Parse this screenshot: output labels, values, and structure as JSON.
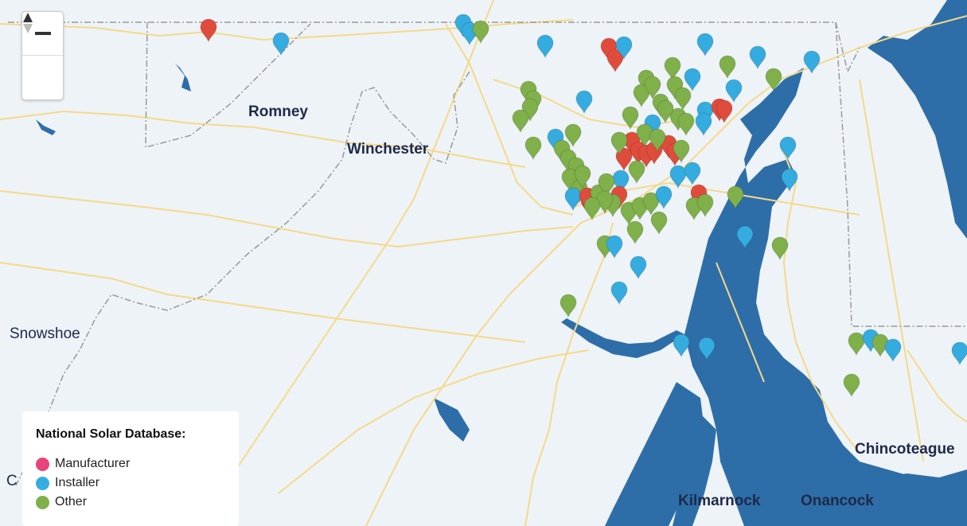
{
  "map": {
    "places": {
      "romney": "Romney",
      "winchester": "Winchester",
      "snowshoe": "Snowshoe",
      "kilmarnock": "Kilmarnock",
      "onancock": "Onancock",
      "chincoteague": "Chincoteague",
      "partial_left": "C"
    },
    "colors": {
      "water": "#2e6ea8",
      "land": "#eef3f7",
      "road": "#f5d98a",
      "border": "#999999",
      "manufacturer": "#e04c3b",
      "installer": "#35ace0",
      "other": "#7fb04a"
    }
  },
  "zoom": {
    "minus_icon": "minus-icon",
    "compass_icon": "compass-icon"
  },
  "legend": {
    "title": "National Solar Database:",
    "items": [
      {
        "label": "Manufacturer",
        "color": "#e8437a"
      },
      {
        "label": "Installer",
        "color": "#35ace0"
      },
      {
        "label": "Other",
        "color": "#7fb04a"
      }
    ]
  }
}
